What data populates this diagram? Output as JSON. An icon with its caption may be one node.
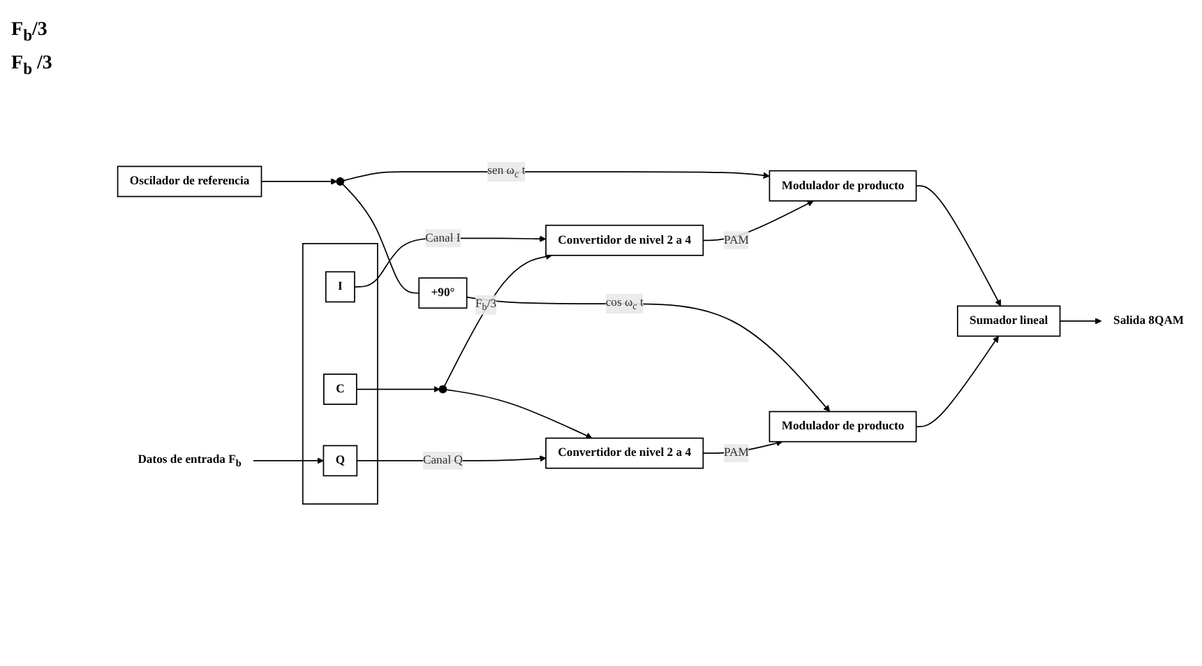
{
  "diagram": {
    "nodes": [
      {
        "text": [],
        "shape": "box"
      },
      {
        "text": [
          "Q"
        ],
        "in": 0
      },
      {
        "text": [
          "I"
        ],
        "in": 0
      },
      {
        "text": [
          "C"
        ],
        "in": 0
      },
      {
        "text": [
          "Datos de entrada F$_{b}$"
        ]
      },
      {
        "text": [
          "Convertidor de nivel 2 a 4"
        ]
      },
      {
        "text": [],
        "shape": "circle"
      },
      {
        "text": [
          "Oscilador de referencia"
        ]
      },
      {
        "text": [],
        "shape": "circle"
      },
      {
        "text": [
          "Modulador de producto"
        ]
      },
      {
        "text": [
          "+90°"
        ]
      },
      {
        "text": [
          "Convertidor de nivel 2 a 4"
        ]
      },
      {
        "text": [
          "Modulador de producto"
        ]
      },
      {
        "text": [
          "Sumador lineal"
        ]
      },
      {
        "text": [
          "Salida 8QAM"
        ]
      }
    ],
    "edges": [
      {
        "from": 7,
        "to": 8,
        "arrow": "to"
      },
      {
        "from": 8,
        "to": 9,
        "arrow": "to",
        "label": "sen ω$_{c}$ t"
      },
      {
        "from": 8,
        "to": 10,
        "arrow": "none"
      },
      {
        "from": 10,
        "to": 12,
        "arrow": "to",
        "label": "cos ω$_{c}$ t"
      },
      {
        "from": 4,
        "to": 1,
        "arrow": "to"
      },
      {
        "from": 2,
        "to": 5,
        "arrow": "to",
        "label": "Canal I"
      },
      {
        "from": 3,
        "to": 6,
        "arrow": "to"
      },
      {
        "from": 6,
        "to": 5,
        "arrow": "to",
        "label": "F$_{b}$/3"
      },
      {
        "from": 5,
        "to": 9,
        "arrow": "to",
        "label": "PAM"
      },
      {
        "from": 6,
        "to": 11,
        "arrow": "to"
      },
      {
        "from": 1,
        "to": 11,
        "arrow": "to",
        "label": "Canal Q"
      },
      {
        "from": 11,
        "to": 12,
        "arrow": "to",
        "label": "PAM"
      },
      {
        "from": 9,
        "to": 13,
        "arrow": "to"
      },
      {
        "from": 12,
        "to": 13,
        "arrow": "to"
      },
      {
        "from": 13,
        "to": 14,
        "arrow": "to"
      }
    ],
    "labels": [
      "F$_{b}$/3",
      "F$_{b}$ /3"
    ]
  }
}
